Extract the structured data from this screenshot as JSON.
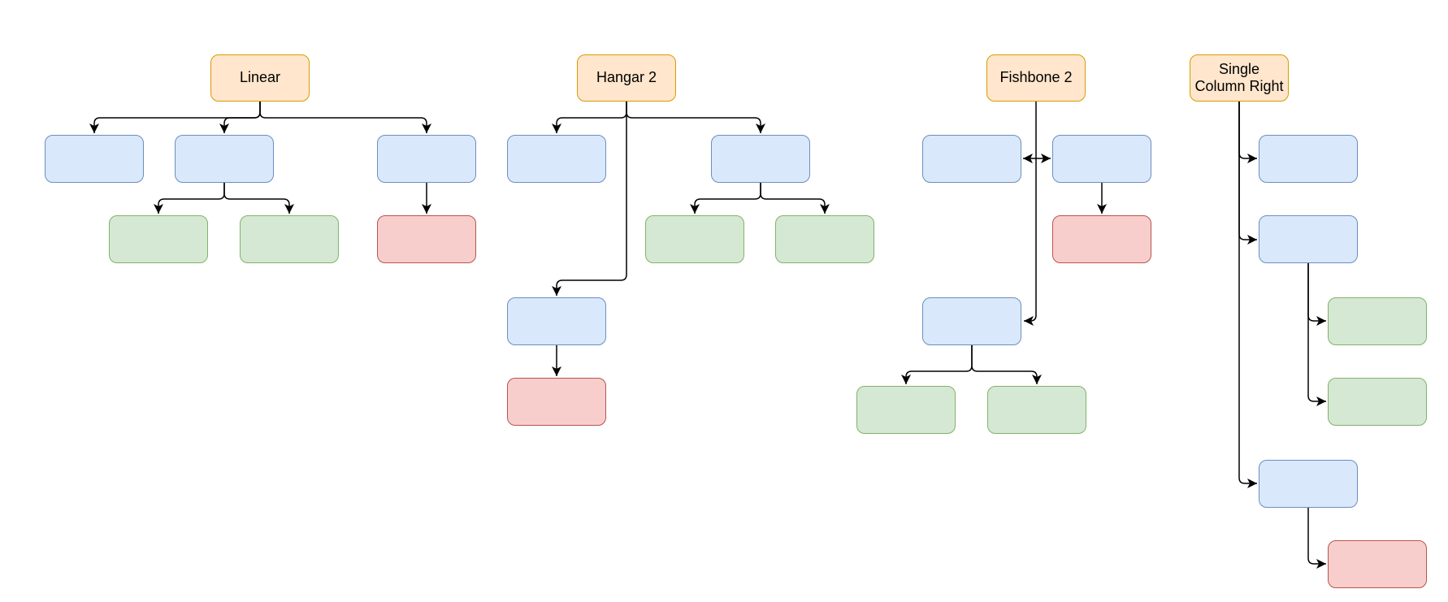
{
  "diagram": {
    "colors": {
      "root_fill": "#FFE6CC",
      "root_stroke": "#D79B00",
      "blue_fill": "#DAE8FC",
      "blue_stroke": "#6C8EBF",
      "green_fill": "#D5E8D4",
      "green_stroke": "#82B366",
      "red_fill": "#F8CECC",
      "red_stroke": "#B85450",
      "edge": "#000000",
      "background": "#FFFFFF",
      "label_text": "#000000"
    },
    "trees": [
      {
        "id": "linear",
        "label": "Linear",
        "unlabeled_boxes": {
          "blue": 3,
          "green": 2,
          "red": 1
        }
      },
      {
        "id": "hangar-2",
        "label": "Hangar 2",
        "unlabeled_boxes": {
          "blue": 3,
          "green": 2,
          "red": 1
        }
      },
      {
        "id": "fishbone-2",
        "label": "Fishbone 2",
        "unlabeled_boxes": {
          "blue": 3,
          "green": 2,
          "red": 1
        }
      },
      {
        "id": "single-column-right",
        "label": "Single\nColumn Right",
        "unlabeled_boxes": {
          "blue": 3,
          "green": 2,
          "red": 1
        }
      }
    ]
  }
}
